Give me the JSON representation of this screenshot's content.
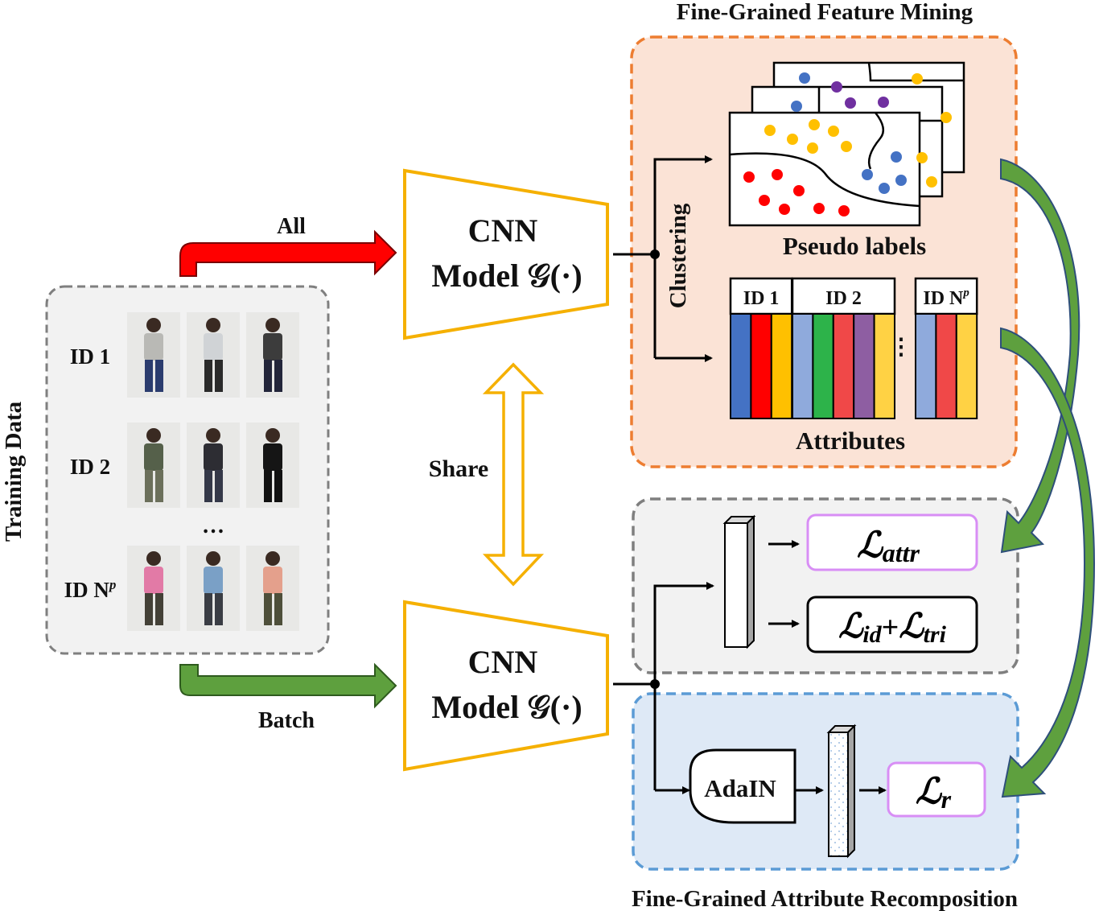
{
  "titles": {
    "mining": "Fine-Grained Feature Mining",
    "recomposition": "Fine-Grained Attribute Recomposition"
  },
  "training": {
    "title": "Training Data",
    "rows": [
      {
        "label": "ID 1",
        "suffix": "",
        "colors": [
          [
            "#b9b9b5",
            "#2b3c6e"
          ],
          [
            "#d0d3d6",
            "#2a2a2a"
          ],
          [
            "#3c3c3c",
            "#22253a"
          ]
        ]
      },
      {
        "label": "ID 2",
        "suffix": "",
        "colors": [
          [
            "#55604a",
            "#6b6f5a"
          ],
          [
            "#2d2d33",
            "#343848"
          ],
          [
            "#151515",
            "#111111"
          ]
        ]
      },
      {
        "label": "ID N",
        "suffix": "p",
        "colors": [
          [
            "#e27aa6",
            "#434036"
          ],
          [
            "#7aa0c6",
            "#3a3d44"
          ],
          [
            "#e4a08c",
            "#4e4f3a"
          ]
        ]
      }
    ],
    "ellipsis": "…"
  },
  "arrows": {
    "all": "All",
    "batch": "Batch",
    "share": "Share"
  },
  "cnn": {
    "line1": "CNN",
    "line2": "Model 𝒢(·)"
  },
  "clustering": "Clustering",
  "pseudo_labels": "Pseudo labels",
  "attributes": {
    "title": "Attributes",
    "groups": [
      {
        "label": "ID 1",
        "suffix": "",
        "colors": [
          "#4472c4",
          "#ff0000",
          "#ffc000"
        ]
      },
      {
        "label": "ID 2",
        "suffix": "",
        "colors": [
          "#8faadc",
          "#2db34a",
          "#f04848",
          "#8e5ea2",
          "#ffd244"
        ]
      },
      {
        "label": "ID N",
        "suffix": "p",
        "colors": [
          "#8faadc",
          "#f04848",
          "#ffd244"
        ]
      }
    ],
    "ellipsis": "⋮"
  },
  "losses": {
    "attr": {
      "main": "ℒ",
      "sub": "attr"
    },
    "id": {
      "main": "ℒ",
      "sub": "id"
    },
    "plus": "+",
    "tri": {
      "main": "ℒ",
      "sub": "tri"
    },
    "r": {
      "main": "ℒ",
      "sub": "r"
    }
  },
  "adain": "AdaIN",
  "colors": {
    "cnn_border": "#f5b000",
    "all_arrow": "#ff0000",
    "batch_arrow": "#5ea03e",
    "feedback_arrow": "#5ea03e",
    "mining_fill": "#fbe3d6",
    "mining_border": "#ed7d31",
    "loss_box_fill": "#f2f2f2",
    "loss_box_border": "#7f7f7f",
    "recomp_fill": "#dee9f6",
    "recomp_border": "#5b9bd5",
    "loss_highlight": "#d88ef5",
    "cluster_blue": "#4472c4",
    "cluster_yellow": "#ffc000",
    "cluster_red": "#ff0000",
    "cluster_purple": "#7030a0"
  }
}
